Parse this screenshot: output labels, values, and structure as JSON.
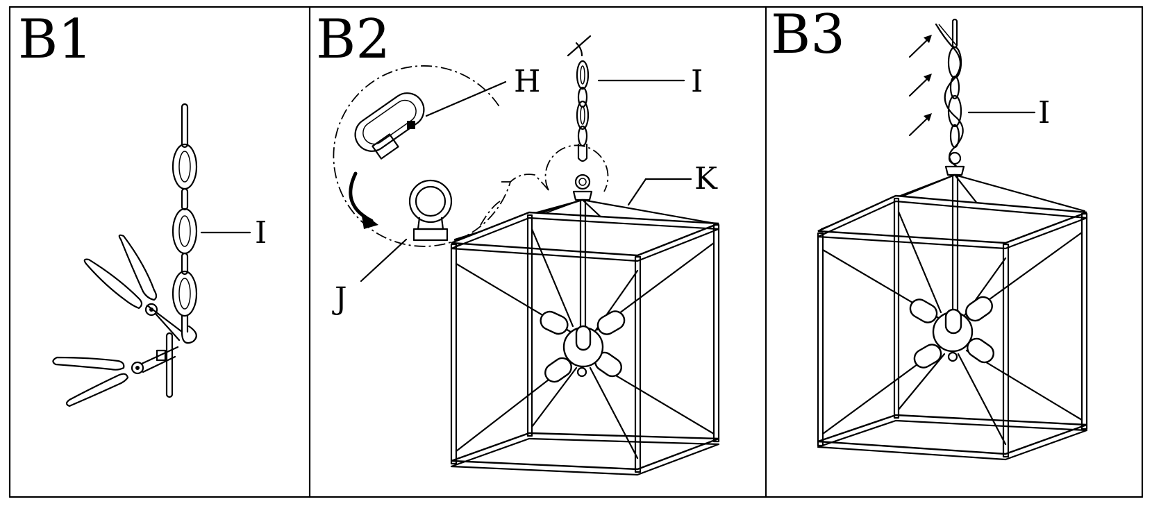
{
  "panels": [
    {
      "id": "b1",
      "title": "B1",
      "callouts": [
        "I"
      ]
    },
    {
      "id": "b2",
      "title": "B2",
      "callouts": [
        "H",
        "I",
        "K",
        "J"
      ]
    },
    {
      "id": "b3",
      "title": "B3",
      "callouts": [
        "I"
      ]
    }
  ]
}
